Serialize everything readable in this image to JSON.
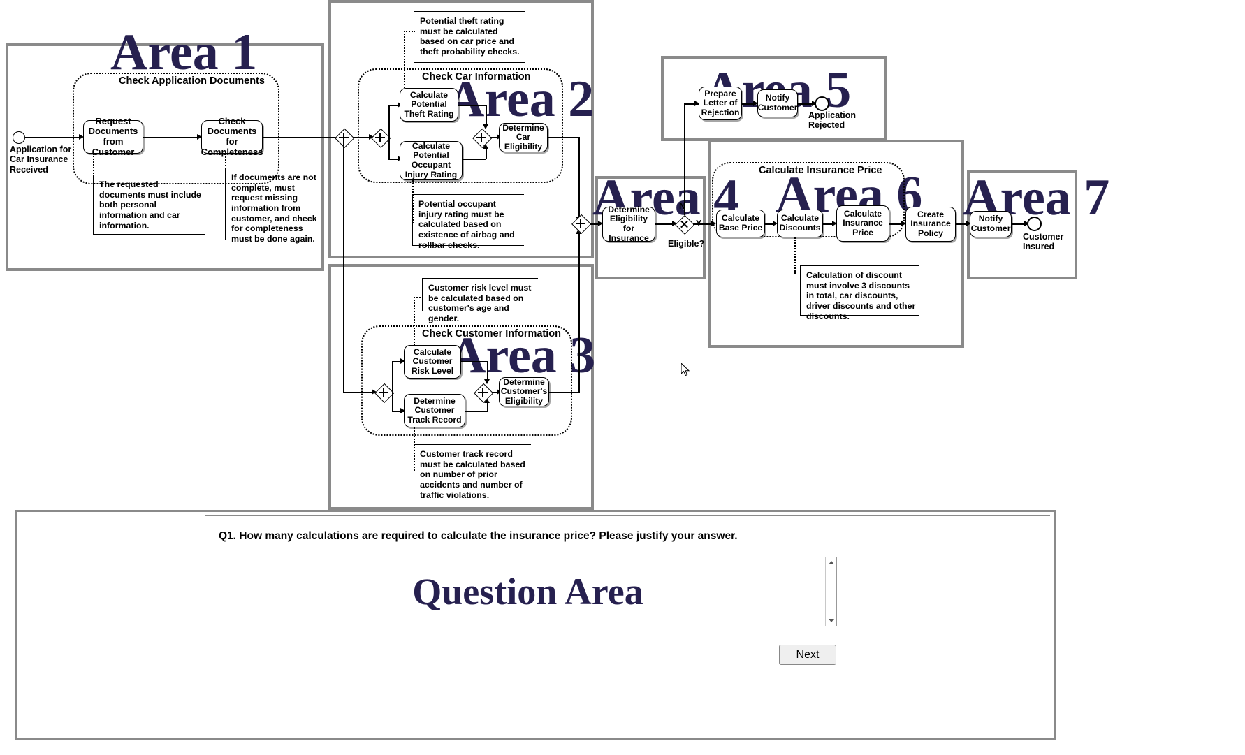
{
  "areas": [
    {
      "id": "area-1",
      "label": "Area 1"
    },
    {
      "id": "area-2",
      "label": "Area 2"
    },
    {
      "id": "area-3",
      "label": "Area 3"
    },
    {
      "id": "area-4",
      "label": "Area 4"
    },
    {
      "id": "area-5",
      "label": "Area 5"
    },
    {
      "id": "area-6",
      "label": "Area 6"
    },
    {
      "id": "area-7",
      "label": "Area 7"
    }
  ],
  "diagram": {
    "start_event_label": "Application for\nCar Insurance\nReceived",
    "start_event_label_lines": [
      "Application for",
      "Car Insurance",
      "Received"
    ],
    "subprocesses": [
      {
        "id": "check-application-documents",
        "title": "Check Application Documents"
      },
      {
        "id": "check-car-information",
        "title": "Check Car Information"
      },
      {
        "id": "check-customer-information",
        "title": "Check Customer Information"
      },
      {
        "id": "calculate-insurance-price",
        "title": "Calculate Insurance Price"
      }
    ],
    "tasks": {
      "request_documents": "Request Documents from Customer",
      "check_completeness": "Check Documents for Completeness",
      "calc_theft_rating": "Calculate Potential Theft Rating",
      "calc_occupant_injury": "Calculate Potential Occupant Injury Rating",
      "determine_car_eligibility": "Determine Car Eligibility",
      "calc_customer_risk": "Calculate Customer Risk Level",
      "determine_track_record": "Determine Customer Track Record",
      "determine_customer_eligibility": "Determine Customer's Eligibility",
      "determine_eligibility_insurance": "Determine Eligibility for Insurance",
      "prepare_rejection": "Prepare Letter of Rejection",
      "notify_customer_reject": "Notify Customer",
      "calc_base_price": "Calculate Base Price",
      "calc_discounts": "Calculate Discounts",
      "calc_insurance_price": "Calculate Insurance Price",
      "create_policy": "Create Insurance Policy",
      "notify_customer_insured": "Notify Customer"
    },
    "gateway_labels": {
      "eligible": "Eligible?",
      "no": "N",
      "yes": "Y"
    },
    "end_events": {
      "rejected_lines": [
        "Application",
        "Rejected"
      ],
      "insured_lines": [
        "Customer",
        "Insured"
      ]
    },
    "annotations": {
      "requested_documents": "The requested documents must include both personal information and car information.",
      "incomplete_documents": "If documents are not complete, must request missing information from customer, and check for completeness must be done again.",
      "theft_rating": "Potential theft rating must be calculated based on car price and theft probability checks.",
      "occupant_injury": "Potential occupant injury rating must be calculated based on existence of airbag and rollbar checks.",
      "customer_risk": "Customer risk level must be calculated based on customer's age and gender.",
      "track_record": "Customer track record must be calculated based on number of prior accidents and number of traffic violations.",
      "discount_rule": "Calculation of discount must involve 3 discounts in total, car discounts, driver discounts and other discounts."
    }
  },
  "question": {
    "number": "Q1.",
    "text": "Q1. How many calculations are required to calculate the insurance price? Please justify your answer.",
    "answer_value": "",
    "answer_overlay": "Question Area",
    "next_label": "Next"
  },
  "colors": {
    "area_label": "#26204f",
    "frame": "#8a8a8a",
    "task_border": "#000000"
  }
}
